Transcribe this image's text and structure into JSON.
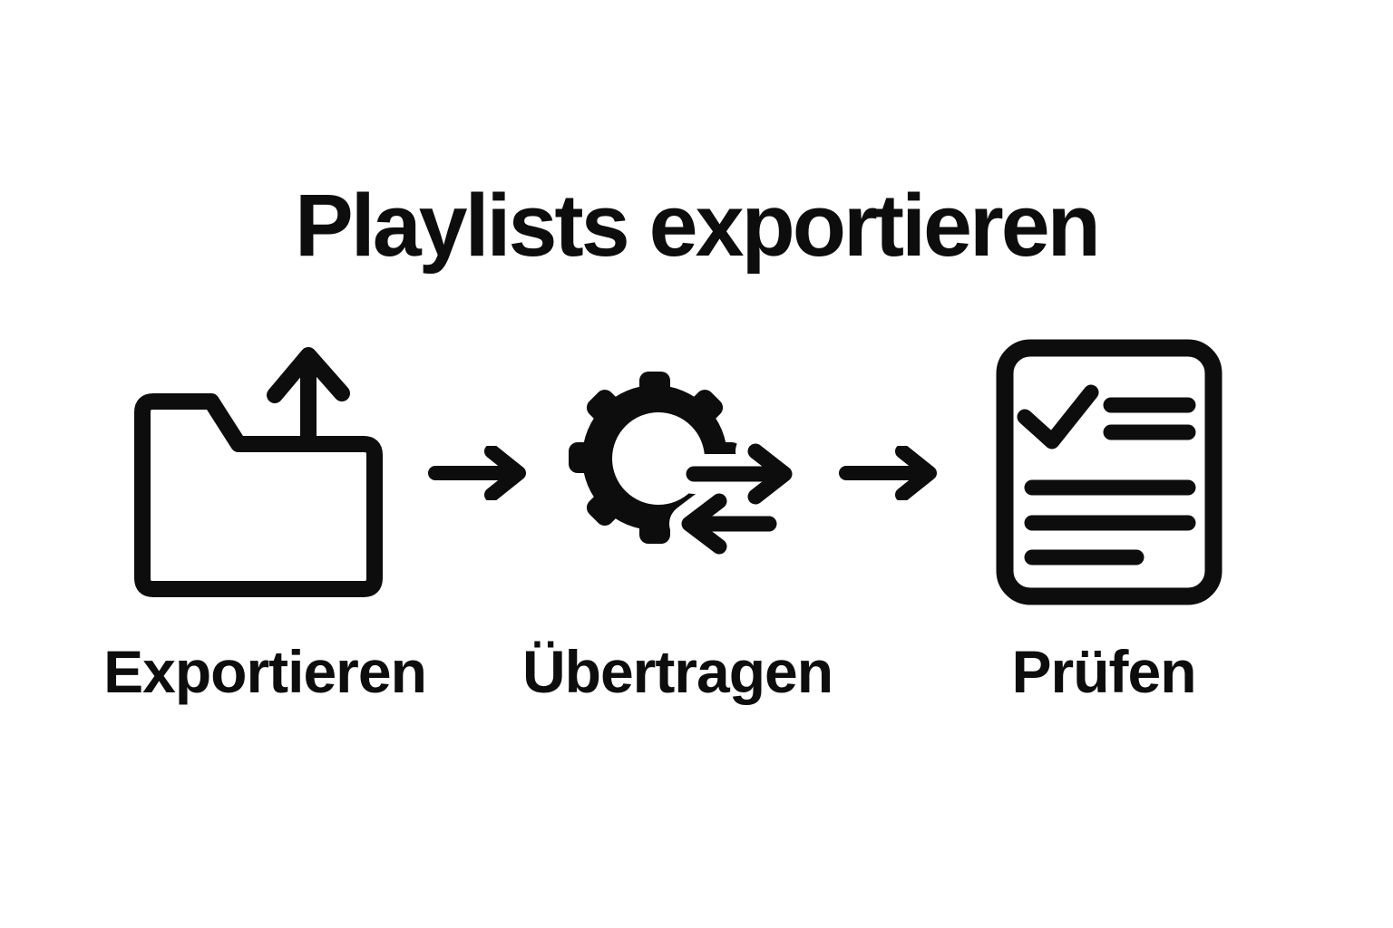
{
  "title": "Playlists exportieren",
  "steps": [
    {
      "label": "Exportieren",
      "icon": "folder-upload-icon"
    },
    {
      "label": "Übertragen",
      "icon": "sync-gear-icon"
    },
    {
      "label": "Prüfen",
      "icon": "checklist-document-icon"
    }
  ],
  "connectors": [
    {
      "icon": "right-arrow-icon"
    },
    {
      "icon": "right-arrow-icon"
    }
  ],
  "colors": {
    "ink": "#0d0d0d",
    "background": "#ffffff"
  }
}
